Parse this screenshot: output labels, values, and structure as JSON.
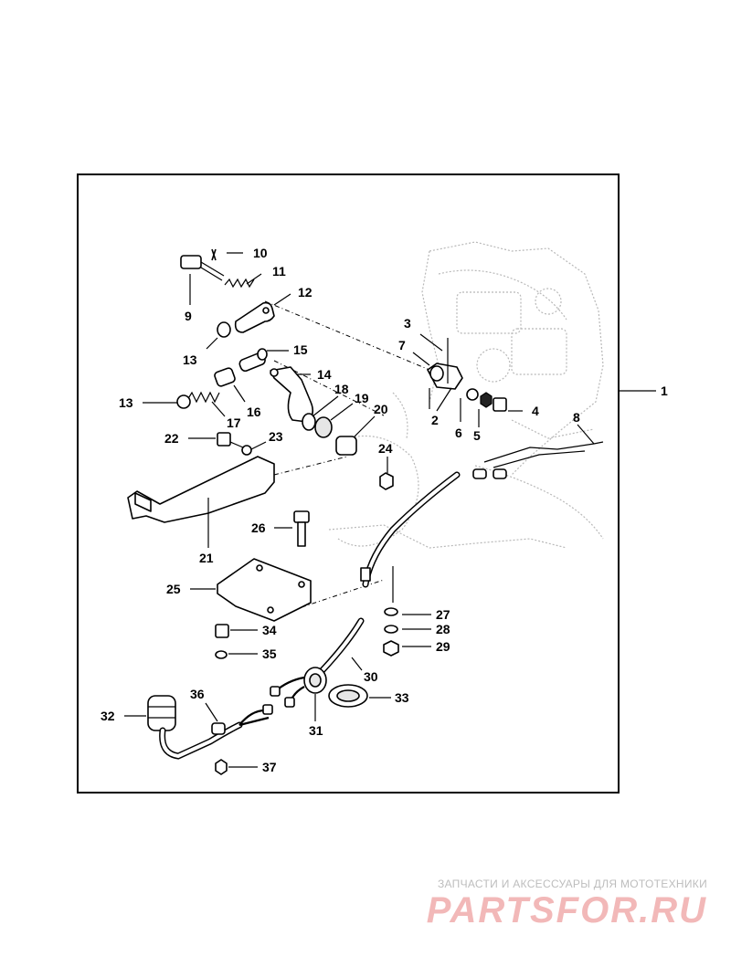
{
  "callouts": {
    "c1": "1",
    "c2": "2",
    "c3": "3",
    "c4": "4",
    "c5": "5",
    "c6": "6",
    "c7": "7",
    "c8": "8",
    "c9": "9",
    "c10": "10",
    "c11": "11",
    "c12": "12",
    "c13a": "13",
    "c13b": "13",
    "c14": "14",
    "c15": "15",
    "c16": "16",
    "c17": "17",
    "c18": "18",
    "c19": "19",
    "c20": "20",
    "c21": "21",
    "c22": "22",
    "c23": "23",
    "c24": "24",
    "c25": "25",
    "c26": "26",
    "c27": "27",
    "c28": "28",
    "c29": "29",
    "c30": "30",
    "c31": "31",
    "c32": "32",
    "c33": "33",
    "c34": "34",
    "c35": "35",
    "c36": "36",
    "c37": "37"
  },
  "watermark": {
    "tagline": "ЗАПЧАСТИ И АКСЕССУАРЫ ДЛЯ МОТОТЕХНИКИ",
    "logo": "PARTSFOR.RU"
  }
}
